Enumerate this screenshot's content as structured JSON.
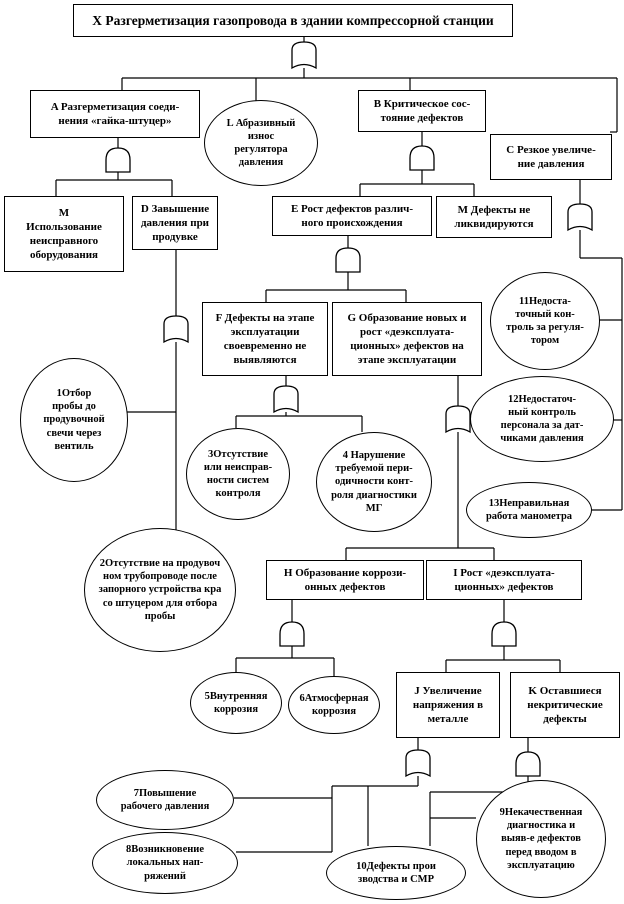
{
  "nodes": {
    "X": "X Разгерметизация газопровода в здании компрессорной станции",
    "A": "A Разгерметизация соеди-\nнения «гайка-штуцер»",
    "L": "L Абразивный\nизнос\nрегулятора\nдавления",
    "B": "B Критическое сос-\nтояние дефектов",
    "C": "C Резкое увеличе-\nние давления",
    "M1": "M\nИспользование\nнеисправного\nоборудования",
    "D": "D Завышение\nдавления при\nпродувке",
    "E": "E Рост дефектов различ-\nного происхождения",
    "M2": "M Дефекты не\nликвидируются",
    "F": "F Дефекты на этапе\nэксплуатации\nсвоевременно не\nвыявляются",
    "G": "G Образование новых и\nрост «деэксплуата-\nционных» дефектов на\nэтапе эксплуатации",
    "n1": "1Отбор\nпробы до\nпродувочной\nсвечи через\nвентиль",
    "n11": "11Недоста-\nточный кон-\nтроль за регуля-\nтором",
    "n12": "12Недостаточ-\nный контроль\nперсонала за дат-\nчиками давления",
    "n3": "3Отсутствие\nили неисправ-\nности систем\nконтроля",
    "n4": "4 Нарушение\nтребуемой пери-\nодичности конт-\nроля диагностики\nМГ",
    "n13": "13Неправильная\nработа манометра",
    "n2": "2Отсутствие на продувоч\nном трубопроводе после\nзапорного устройства кра\nсо штуцером для отбора\nпробы",
    "H": "H Образование коррози-\nонных дефектов",
    "I": "I Рост «деэксплуата-\nционных» дефектов",
    "n5": "5Внутренняя\nкоррозия",
    "n6": "6Атмосферная\nкоррозия",
    "J": "J Увеличение\nнапряжения в\nметалле",
    "K": "K Оставшиеся\nнекритические\nдефекты",
    "n7": "7Повышение\nрабочего давления",
    "n8": "8Возникновение\nлокальных нап-\nряжений",
    "n9": "9Некачественная\nдиагностика и\nвыяв-е дефектов\nперед вводом в\nэксплуатацию",
    "n10": "10Дефекты прои\nзводства и СМР"
  }
}
